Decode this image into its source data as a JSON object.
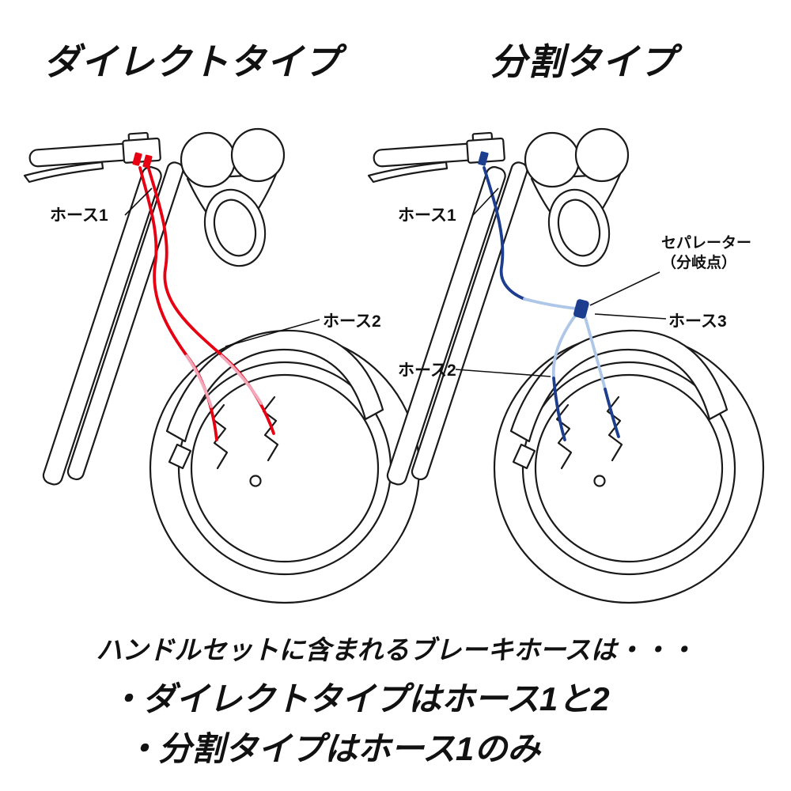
{
  "titles": {
    "left": "ダイレクトタイプ",
    "right": "分割タイプ"
  },
  "left_diagram": {
    "hose1_label": "ホース1",
    "hose2_label": "ホース2"
  },
  "right_diagram": {
    "hose1_label": "ホース1",
    "hose2_label": "ホース2",
    "hose3_label": "ホース3",
    "separator_label_line1": "セパレーター",
    "separator_label_line2": "（分岐点）"
  },
  "footer": {
    "intro": "ハンドルセットに含まれるブレーキホースは・・・",
    "bullet_direct": "・ダイレクトタイプはホース1と2",
    "bullet_split": "・分割タイプはホース1のみ"
  },
  "colors": {
    "outline": "#1a1a1a",
    "direct_hose": "#e60012",
    "direct_hose_light": "#f4a7b9",
    "split_hose": "#1d3e8f",
    "split_hose_light": "#aec6e8"
  }
}
